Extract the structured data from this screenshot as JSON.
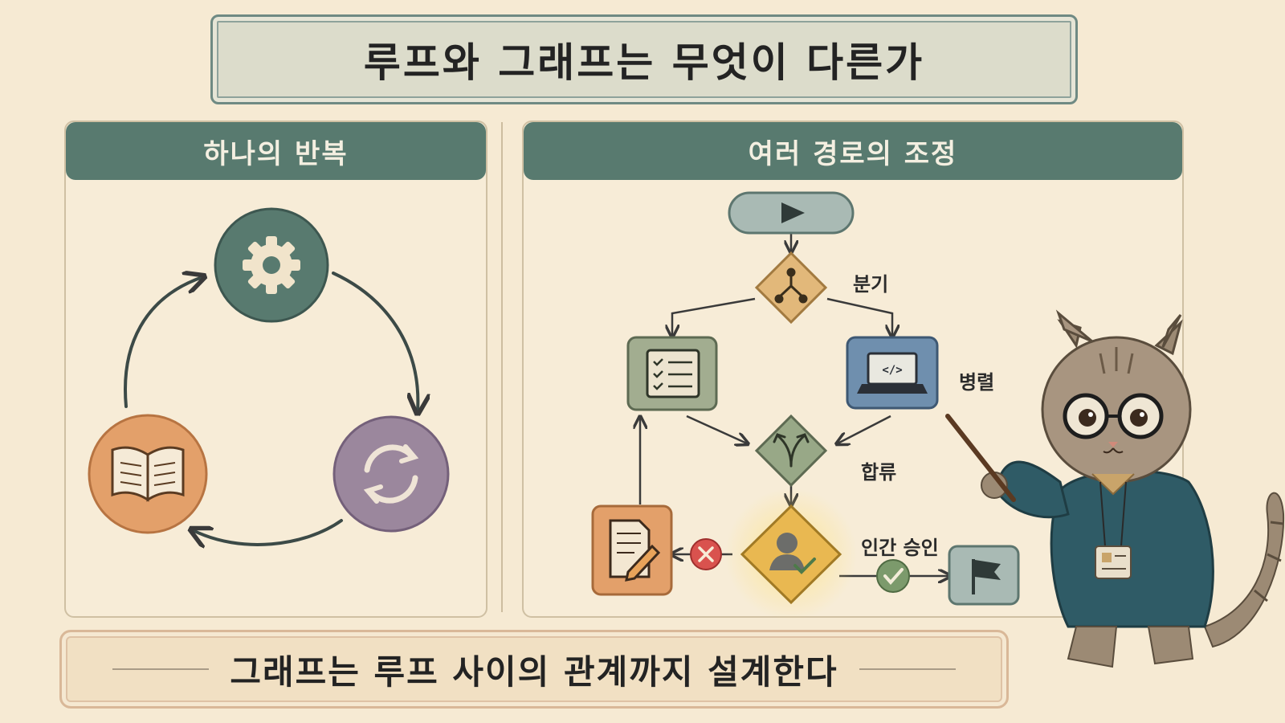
{
  "title": "루프와 그래프는 무엇이 다른가",
  "left_panel": {
    "header": "하나의 반복"
  },
  "right_panel": {
    "header": "여러 경로의 조정",
    "labels": {
      "branch": "분기",
      "parallel": "병렬",
      "merge": "합류",
      "approval": "인간 승인"
    }
  },
  "footer": "그래프는 루프 사이의 관계까지 설계한다",
  "colors": {
    "teal": "#587a6f",
    "orange": "#e3a06a",
    "purple": "#9b879d",
    "amber": "#e2b87a",
    "blue": "#6f8fae",
    "green": "#98a887",
    "red": "#d9524e",
    "check_green": "#7c9a6c"
  }
}
